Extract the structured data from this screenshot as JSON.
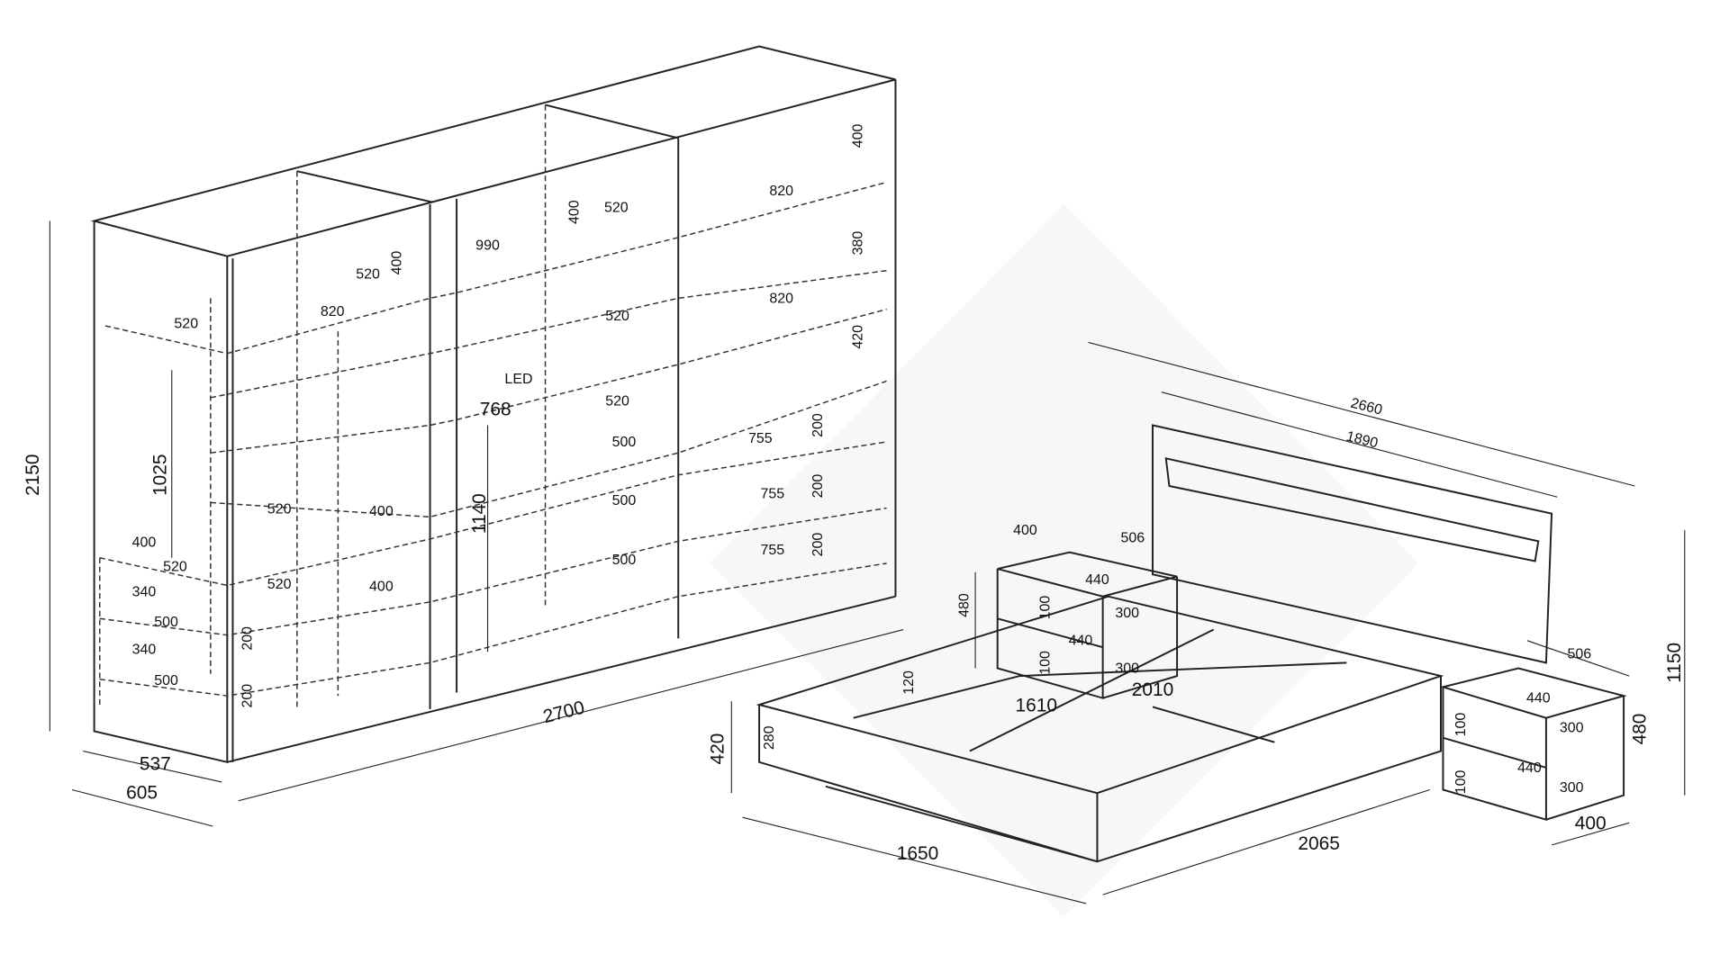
{
  "wardrobe": {
    "labels": [
      "2150",
      "537",
      "605",
      "2700",
      "1025",
      "1140",
      "768",
      "LED",
      "520",
      "820",
      "520",
      "400",
      "990",
      "520",
      "400",
      "820",
      "400",
      "380",
      "820",
      "520",
      "420",
      "520",
      "500",
      "755",
      "200",
      "500",
      "755",
      "200",
      "500",
      "755",
      "200",
      "520",
      "400",
      "400",
      "520",
      "520",
      "400",
      "340",
      "500",
      "200",
      "340",
      "500",
      "200"
    ]
  },
  "bed": {
    "labels": [
      "2660",
      "1890",
      "400",
      "506",
      "480",
      "440",
      "100",
      "300",
      "440",
      "100",
      "300",
      "2010",
      "1610",
      "120",
      "420",
      "280",
      "1650",
      "2065",
      "506",
      "1150",
      "480",
      "440",
      "100",
      "300",
      "440",
      "100",
      "300",
      "400"
    ]
  }
}
